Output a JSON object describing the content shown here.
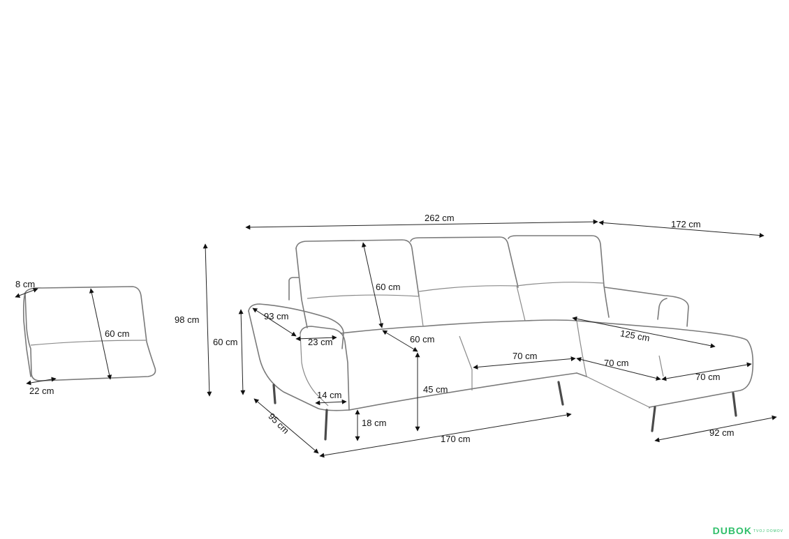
{
  "dimensions": {
    "total_width": "262 cm",
    "chaise_length": "172 cm",
    "total_height": "98 cm",
    "armrest_height": "60 cm",
    "backrest_height": "60 cm",
    "armrest_depth": "93 cm",
    "armrest_width": "23 cm",
    "seat_depth": "60 cm",
    "seat_width_center": "70 cm",
    "chaise_depth": "125 cm",
    "chaise_inner_width": "70 cm",
    "chaise_front_width": "70 cm",
    "seat_height": "45 cm",
    "armrest_top_width": "14 cm",
    "leg_height": "18 cm",
    "sofa_depth": "95 cm",
    "base_length": "170 cm",
    "chaise_width": "92 cm"
  },
  "cushion": {
    "thickness": "8 cm",
    "height": "60 cm",
    "bottom_depth": "22 cm"
  },
  "watermark": {
    "brand": "DUBOK",
    "tagline": "TVOJ DOMOV"
  },
  "colors": {
    "outline": "#7a7a7a",
    "arrow": "#111111",
    "watermark": "#2fbf6a"
  }
}
